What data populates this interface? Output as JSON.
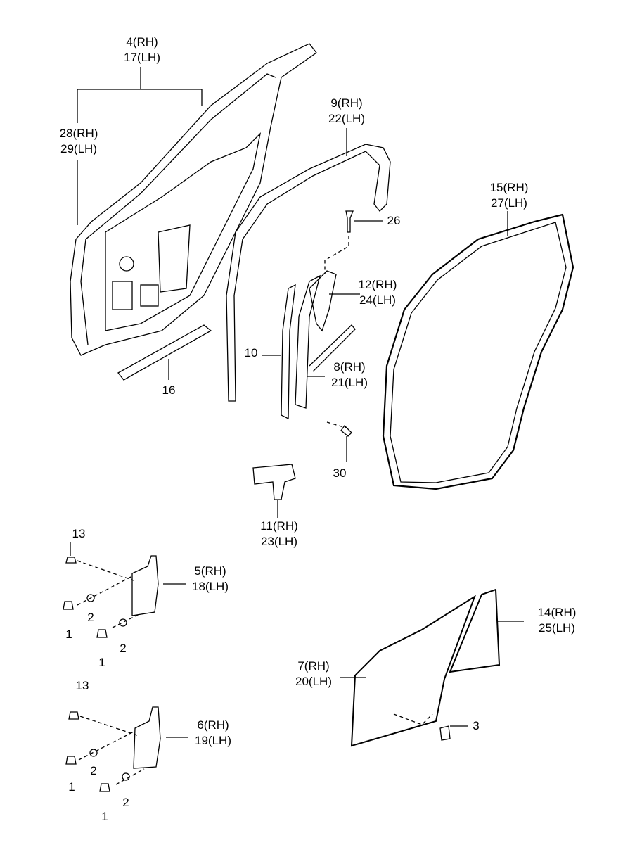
{
  "labels": {
    "door_panel": [
      "4(RH)",
      "17(LH)"
    ],
    "door_assy": [
      "28(RH)",
      "29(LH)"
    ],
    "weatherstrip_frame": [
      "9(RH)",
      "22(LH)"
    ],
    "body_weatherstrip": [
      "15(RH)",
      "27(LH)"
    ],
    "screw_26": [
      "26"
    ],
    "channel_12": [
      "12(RH)",
      "24(LH)"
    ],
    "channel_10": [
      "10"
    ],
    "channel_8": [
      "8(RH)",
      "21(LH)"
    ],
    "bar_16": [
      "16"
    ],
    "bolt_30": [
      "30"
    ],
    "cover_11": [
      "11(RH)",
      "23(LH)"
    ],
    "bolt_13_upper": [
      "13"
    ],
    "hinge_upper": [
      "5(RH)",
      "18(LH)"
    ],
    "washer_2a": [
      "2"
    ],
    "bolt_1a": [
      "1"
    ],
    "washer_2b": [
      "2"
    ],
    "bolt_1b": [
      "1"
    ],
    "quarter_glass": [
      "14(RH)",
      "25(LH)"
    ],
    "door_glass": [
      "7(RH)",
      "20(LH)"
    ],
    "bolt_13_lower": [
      "13"
    ],
    "hinge_lower": [
      "6(RH)",
      "19(LH)"
    ],
    "clip_3": [
      "3"
    ],
    "washer_2c": [
      "2"
    ],
    "bolt_1c": [
      "1"
    ],
    "washer_2d": [
      "2"
    ],
    "bolt_1d": [
      "1"
    ]
  }
}
